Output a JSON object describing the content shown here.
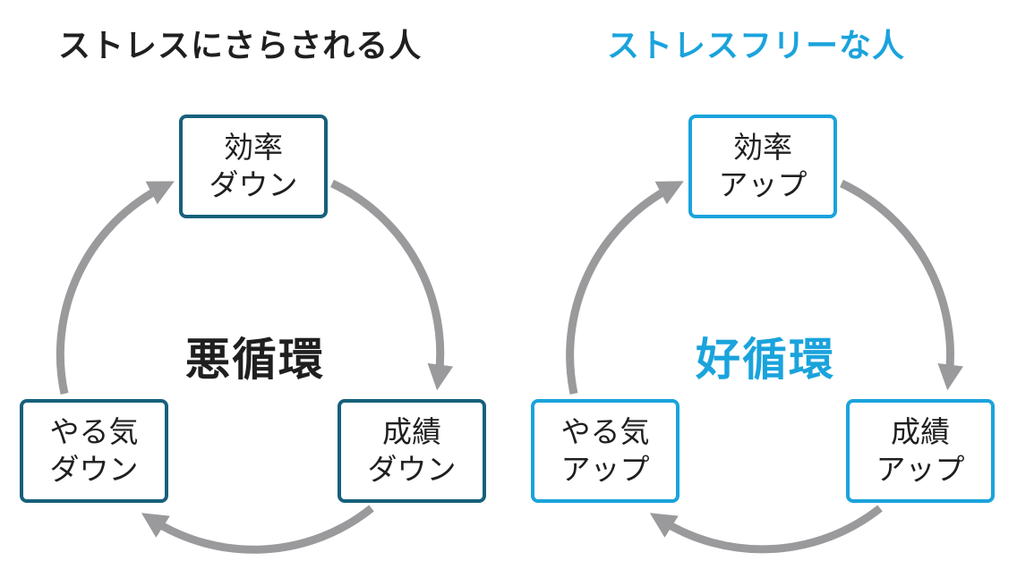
{
  "colors": {
    "vicious_border": "#16607c",
    "virtuous_accent": "#1aa3dc",
    "arrow": "#9a9a9c",
    "text": "#1f1f1f"
  },
  "vicious": {
    "title": "ストレスにさらされる人",
    "center": "悪循環",
    "nodes": {
      "top": [
        "効率",
        "ダウン"
      ],
      "right": [
        "成績",
        "ダウン"
      ],
      "left": [
        "やる気",
        "ダウン"
      ]
    }
  },
  "virtuous": {
    "title": "ストレスフリーな人",
    "center": "好循環",
    "nodes": {
      "top": [
        "効率",
        "アップ"
      ],
      "right": [
        "成績",
        "アップ"
      ],
      "left": [
        "やる気",
        "アップ"
      ]
    }
  }
}
